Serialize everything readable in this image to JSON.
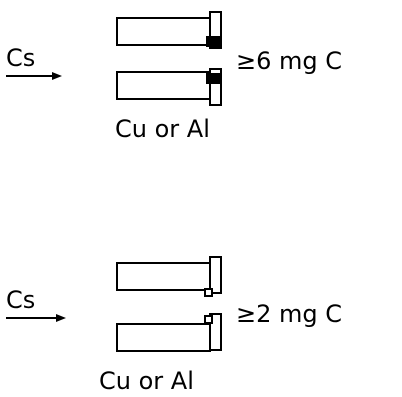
{
  "colors": {
    "ink": "#000000",
    "paper": "#ffffff"
  },
  "panels": [
    {
      "beam_label": "Cs",
      "condition_label": "≥6 mg C",
      "material_label": "Cu or Al",
      "deposit": "filled"
    },
    {
      "beam_label": "Cs",
      "condition_label": "≥2 mg C",
      "material_label": "Cu or Al",
      "deposit": "thin"
    }
  ]
}
